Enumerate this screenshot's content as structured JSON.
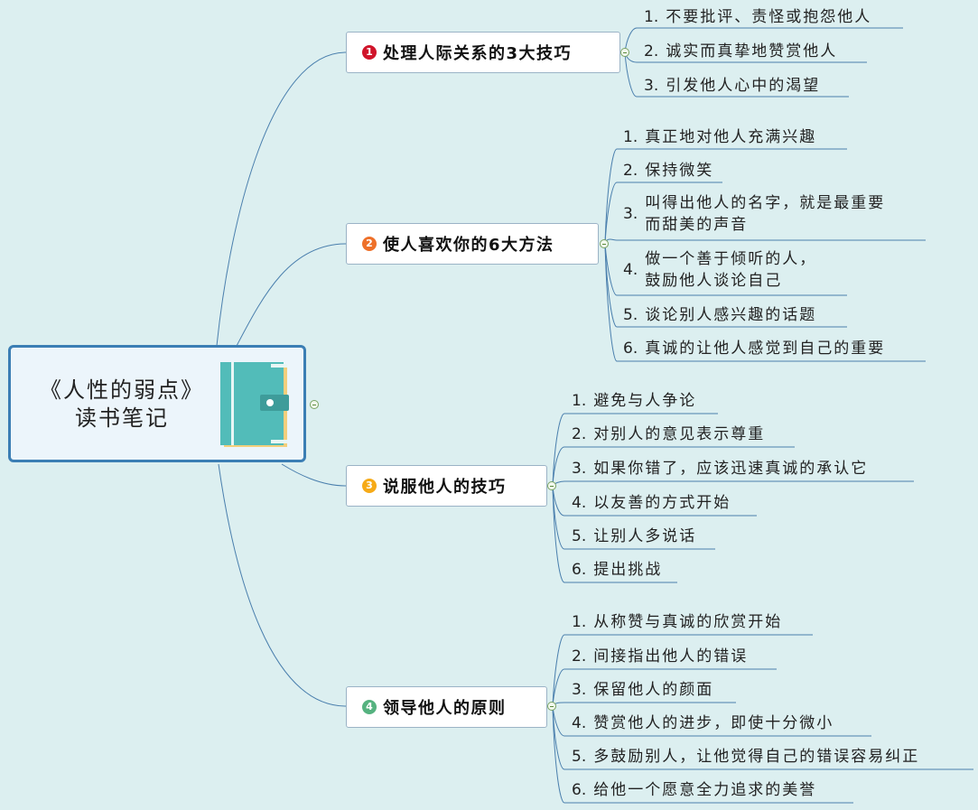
{
  "central": {
    "title_line1": "《人性的弱点》",
    "title_line2": "读书笔记",
    "icon": "book-icon"
  },
  "colors": {
    "background": "#dceff0",
    "central_border": "#3b7eb4",
    "link": "#4a7fad",
    "badge_1": "#d0142a",
    "badge_2": "#ee7029",
    "badge_3": "#f6aa17",
    "badge_4": "#55b27f"
  },
  "branches": [
    {
      "num": "1",
      "title": "处理人际关系的3大技巧",
      "items": [
        {
          "idx": "1.",
          "text": "不要批评、责怪或抱怨他人"
        },
        {
          "idx": "2.",
          "text": "诚实而真挚地赞赏他人"
        },
        {
          "idx": "3.",
          "text": "引发他人心中的渴望"
        }
      ]
    },
    {
      "num": "2",
      "title": "使人喜欢你的6大方法",
      "items": [
        {
          "idx": "1.",
          "text": "真正地对他人充满兴趣"
        },
        {
          "idx": "2.",
          "text": "保持微笑"
        },
        {
          "idx": "3.",
          "text": "叫得出他人的名字，就是最重要",
          "text2": "而甜美的声音"
        },
        {
          "idx": "4.",
          "text": "做一个善于倾听的人，",
          "text2": "鼓励他人谈论自己"
        },
        {
          "idx": "5.",
          "text": "谈论别人感兴趣的话题"
        },
        {
          "idx": "6.",
          "text": "真诚的让他人感觉到自己的重要"
        }
      ]
    },
    {
      "num": "3",
      "title": "说服他人的技巧",
      "items": [
        {
          "idx": "1.",
          "text": "避免与人争论"
        },
        {
          "idx": "2.",
          "text": "对别人的意见表示尊重"
        },
        {
          "idx": "3.",
          "text": "如果你错了，应该迅速真诚的承认它"
        },
        {
          "idx": "4.",
          "text": "以友善的方式开始"
        },
        {
          "idx": "5.",
          "text": "让别人多说话"
        },
        {
          "idx": "6.",
          "text": "提出挑战"
        }
      ]
    },
    {
      "num": "4",
      "title": "领导他人的原则",
      "items": [
        {
          "idx": "1.",
          "text": "从称赞与真诚的欣赏开始"
        },
        {
          "idx": "2.",
          "text": "间接指出他人的错误"
        },
        {
          "idx": "3.",
          "text": "保留他人的颜面"
        },
        {
          "idx": "4.",
          "text": "赞赏他人的进步，即使十分微小"
        },
        {
          "idx": "5.",
          "text": "多鼓励别人，让他觉得自己的错误容易纠正"
        },
        {
          "idx": "6.",
          "text": "给他一个愿意全力追求的美誉"
        }
      ]
    }
  ]
}
